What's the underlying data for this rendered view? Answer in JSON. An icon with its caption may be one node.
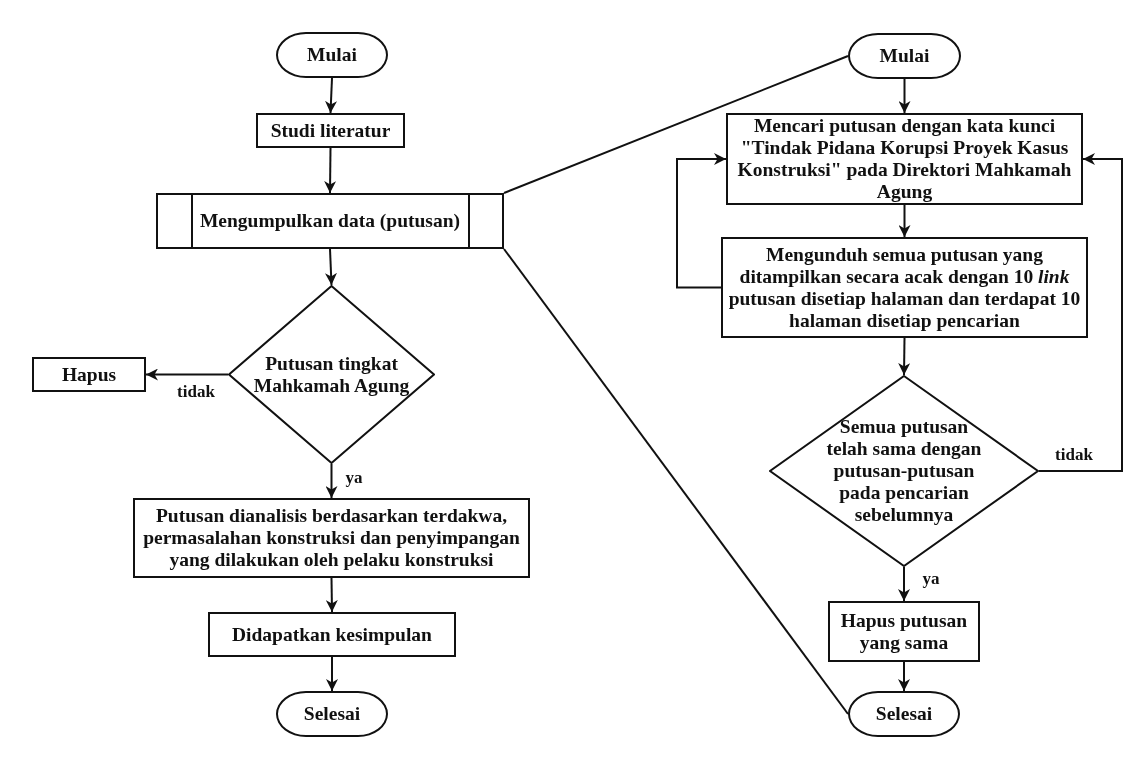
{
  "diagram": {
    "nodes": [
      {
        "text": [
          "Mulai"
        ]
      },
      {
        "text": [
          "Studi literatur"
        ]
      },
      {
        "text": [
          "Mengumpulkan data (putusan)"
        ]
      },
      {
        "text": [
          "Putusan tingkat Mahkamah Agung"
        ]
      },
      {
        "text": [
          "Hapus"
        ]
      },
      {
        "text": [
          "Putusan dianalisis berdasarkan terdakwa, permasalahan konstruksi dan penyimpangan yang dilakukan oleh pelaku konstruksi"
        ]
      },
      {
        "text": [
          "Didapatkan kesimpulan"
        ]
      },
      {
        "text": [
          "Selesai"
        ]
      },
      {
        "text": [
          "Mulai"
        ]
      },
      {
        "text": [
          "Mencari putusan dengan kata kunci \"Tindak Pidana Korupsi Proyek Kasus Konstruksi\" pada Direktori Mahkamah Agung"
        ]
      },
      {
        "text": [
          "Mengunduh semua putusan yang ditampilkan secara acak dengan 10 *link* putusan disetiap halaman dan terdapat 10 halaman disetiap pencarian"
        ]
      },
      {
        "text": [
          "Semua putusan telah sama dengan putusan-putusan pada pencarian sebelumnya"
        ]
      },
      {
        "text": [
          "Hapus putusan yang sama"
        ]
      },
      {
        "text": [
          "Selesai"
        ]
      }
    ],
    "edges": [
      {
        "from": 0,
        "to": 1,
        "arrow": "to"
      },
      {
        "from": 1,
        "to": 2,
        "arrow": "to"
      },
      {
        "from": 2,
        "to": 3,
        "arrow": "to"
      },
      {
        "from": 3,
        "to": 4,
        "arrow": "to",
        "label": "tidak"
      },
      {
        "from": 3,
        "to": 5,
        "arrow": "to",
        "label": "ya"
      },
      {
        "from": 5,
        "to": 6,
        "arrow": "to"
      },
      {
        "from": 6,
        "to": 7,
        "arrow": "to"
      },
      {
        "from": 2,
        "to": 8,
        "arrow": "none"
      },
      {
        "from": 2,
        "to": 13,
        "arrow": "none"
      },
      {
        "from": 8,
        "to": 9,
        "arrow": "to"
      },
      {
        "from": 9,
        "to": 10,
        "arrow": "to"
      },
      {
        "from": 10,
        "to": 9,
        "arrow": "to"
      },
      {
        "from": 10,
        "to": 11,
        "arrow": "to"
      },
      {
        "from": 11,
        "to": 9,
        "arrow": "to",
        "label": "tidak"
      },
      {
        "from": 11,
        "to": 12,
        "arrow": "to",
        "label": "ya"
      },
      {
        "from": 12,
        "to": 13,
        "arrow": "to"
      }
    ]
  }
}
